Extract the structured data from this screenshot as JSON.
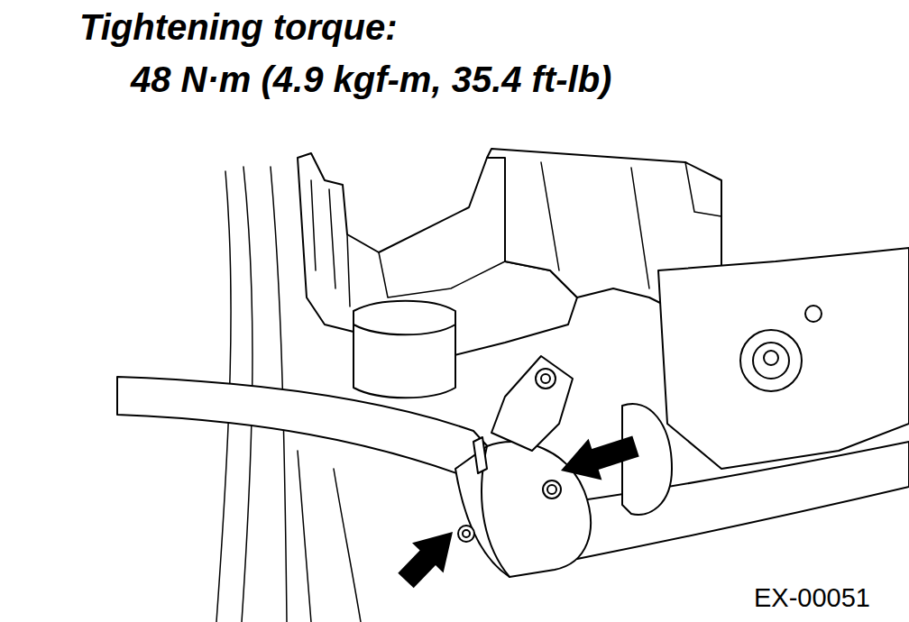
{
  "diagram": {
    "labels": [
      "Tightening torque:",
      "48 N·m (4.9 kgf-m, 35.4 ft-lb)",
      "EX-00051"
    ]
  }
}
